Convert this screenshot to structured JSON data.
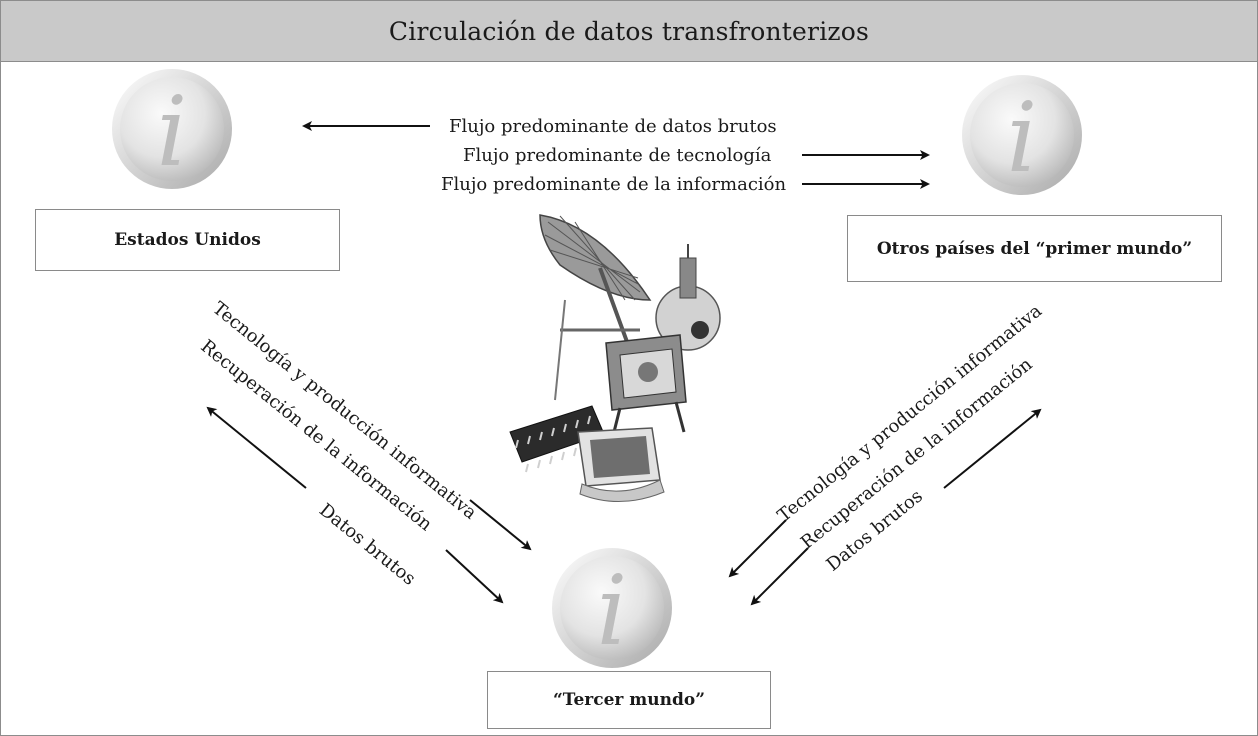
{
  "title": "Circulación de datos transfronterizos",
  "nodes": {
    "us": "Estados Unidos",
    "first_world": "Otros países del “primer mundo”",
    "third_world": "“Tercer mundo”"
  },
  "top_flows": [
    "Flujo predominante de datos brutos",
    "Flujo predominante de tecnología",
    "Flujo predominante de la información"
  ],
  "left_flows": [
    "Tecnología y producción informativa",
    "Recuperación de la información",
    "Datos brutos"
  ],
  "right_flows": [
    "Tecnología y producción informativa",
    "Recuperación de la información",
    "Datos brutos"
  ],
  "icon_letter": "i",
  "colors": {
    "title_bg": "#c9c9c9",
    "border": "#8c8c8c",
    "icon_light": "#f2f2f2",
    "icon_dark": "#b5b5b5"
  }
}
